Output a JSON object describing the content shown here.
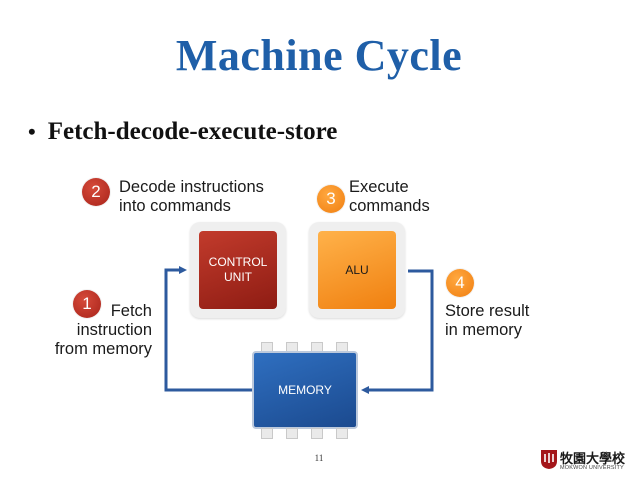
{
  "slide": {
    "title": "Machine Cycle",
    "bullet": "Fetch-decode-execute-store",
    "page_number": "11"
  },
  "diagram": {
    "steps": [
      {
        "number": "1",
        "label_lines": [
          "Fetch",
          "instruction",
          "from memory"
        ]
      },
      {
        "number": "2",
        "label_lines": [
          "Decode instructions",
          "into commands"
        ]
      },
      {
        "number": "3",
        "label_lines": [
          "Execute",
          "commands"
        ]
      },
      {
        "number": "4",
        "label_lines": [
          "Store result",
          "in memory"
        ]
      }
    ],
    "control_unit_lines": [
      "CONTROL",
      "UNIT"
    ],
    "alu_label": "ALU",
    "memory_label": "MEMORY"
  },
  "logo": {
    "name_cjk": "牧園大學校",
    "name_en": "MOKWON UNIVERSITY"
  },
  "colors": {
    "title": "#1f5fa8",
    "step_red": "#b8291d",
    "step_orange": "#f7921e",
    "arrow": "#2d5a9e",
    "memory_blue": "#1f57a3"
  }
}
